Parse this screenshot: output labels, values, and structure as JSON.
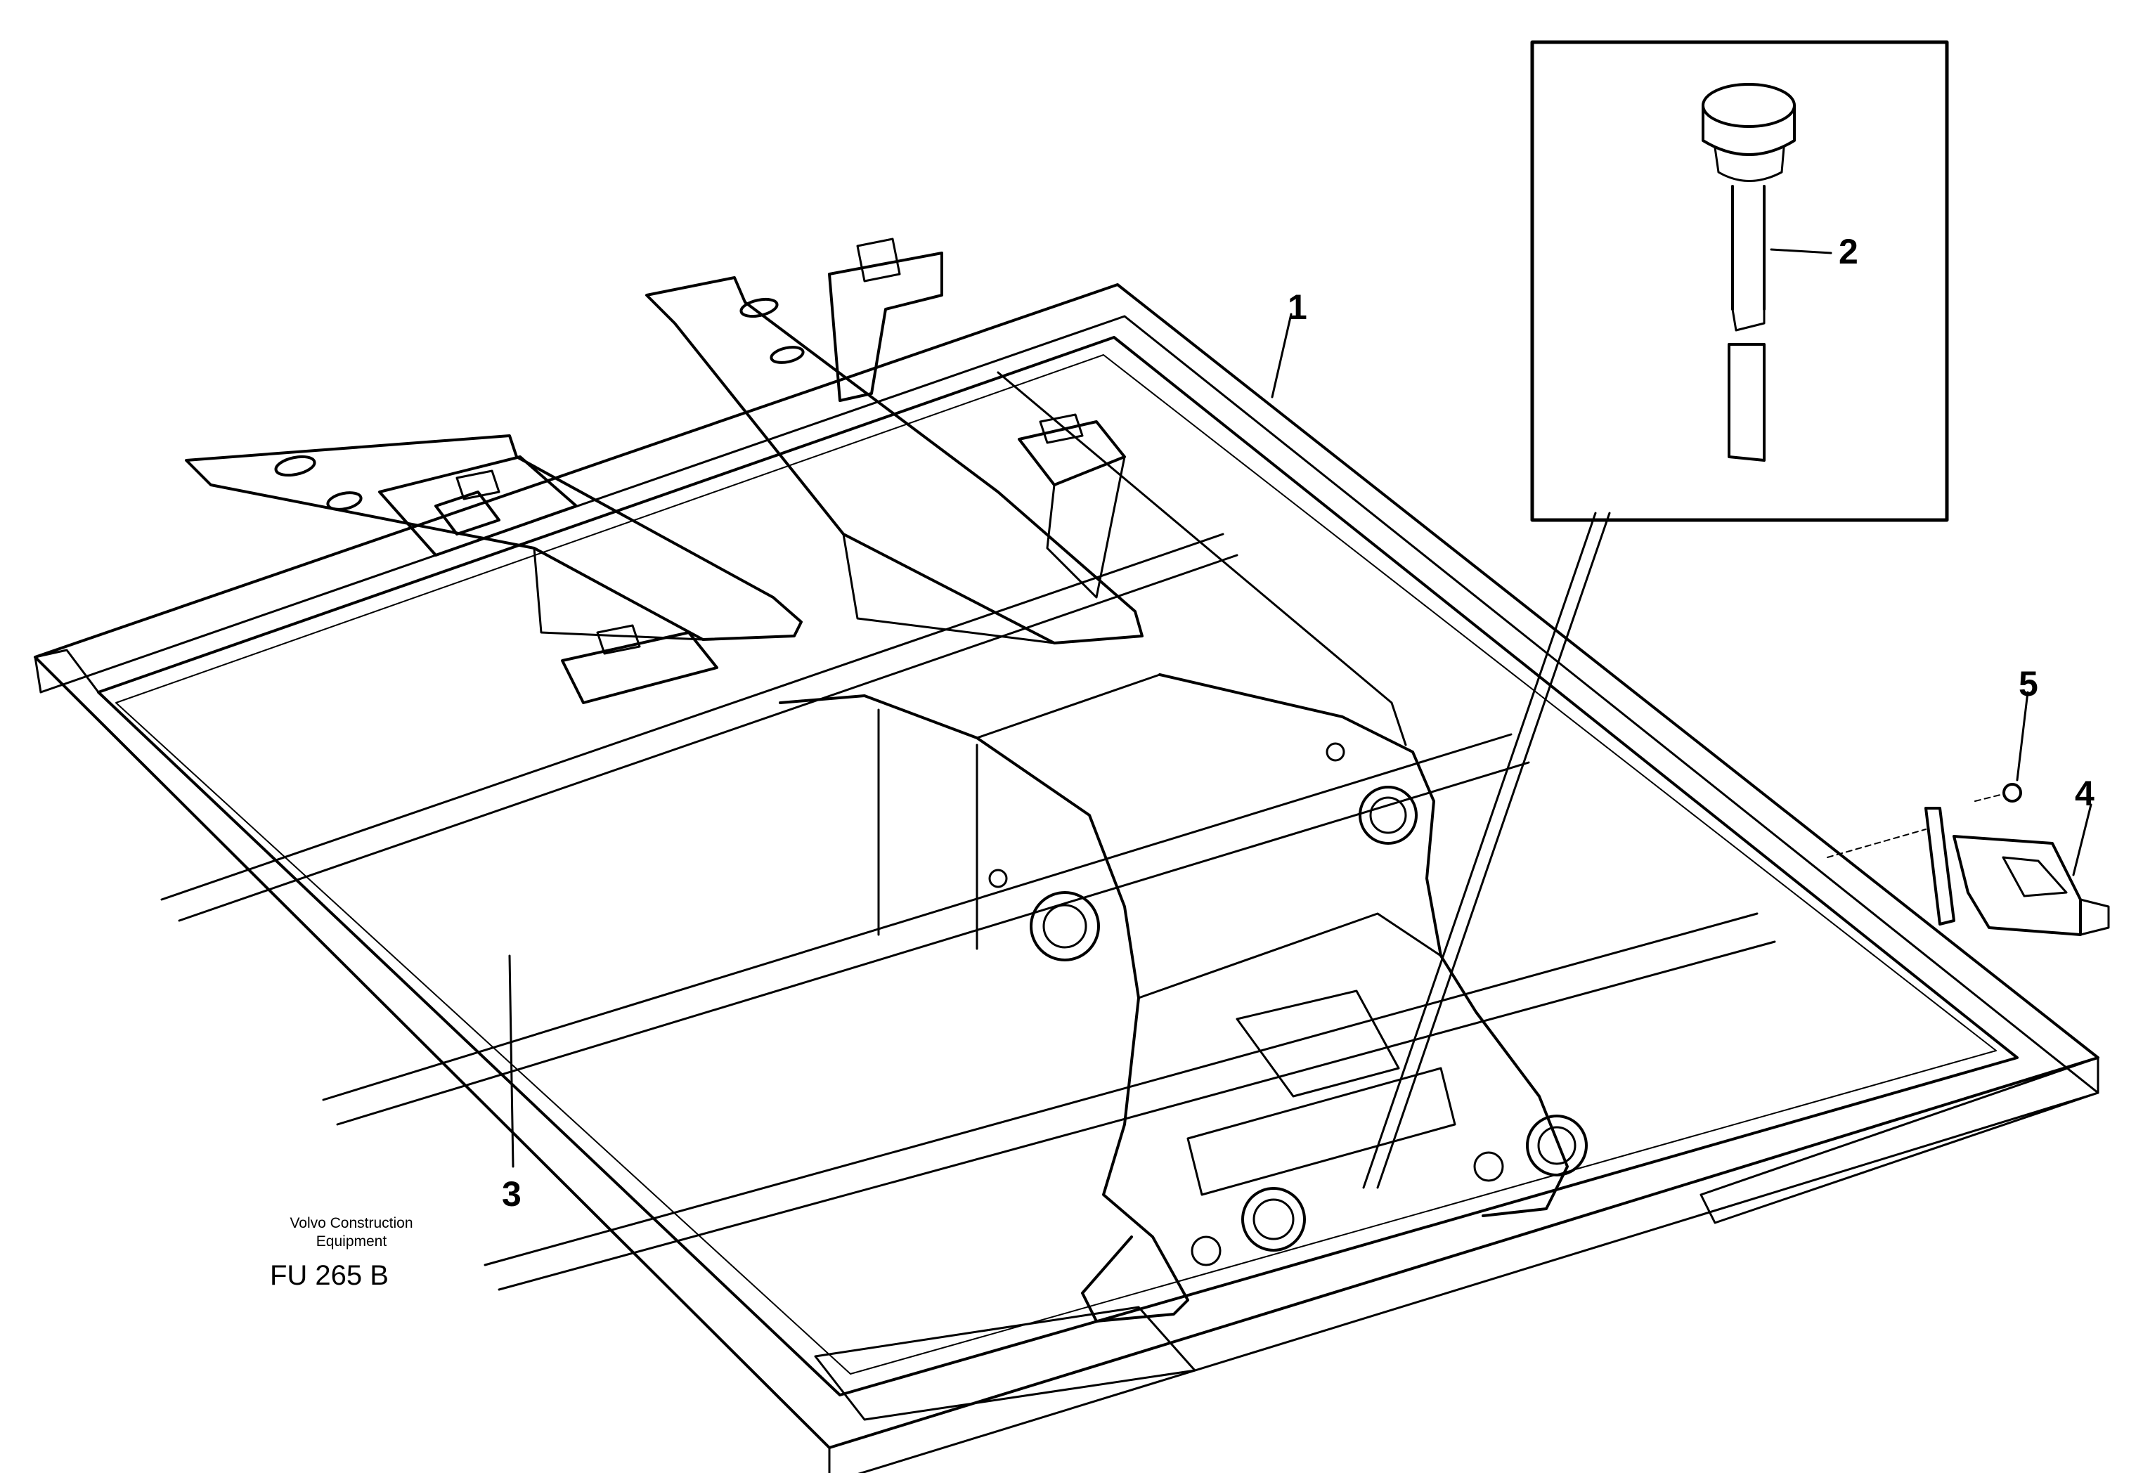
{
  "callouts": {
    "c1": "1",
    "c2": "2",
    "c3": "3",
    "c4": "4",
    "c5": "5"
  },
  "publisher_line1": "Volvo Construction",
  "publisher_line2": "Equipment",
  "figure_code": "FU 265 B",
  "colors": {
    "line": "#000000",
    "background": "#ffffff"
  }
}
